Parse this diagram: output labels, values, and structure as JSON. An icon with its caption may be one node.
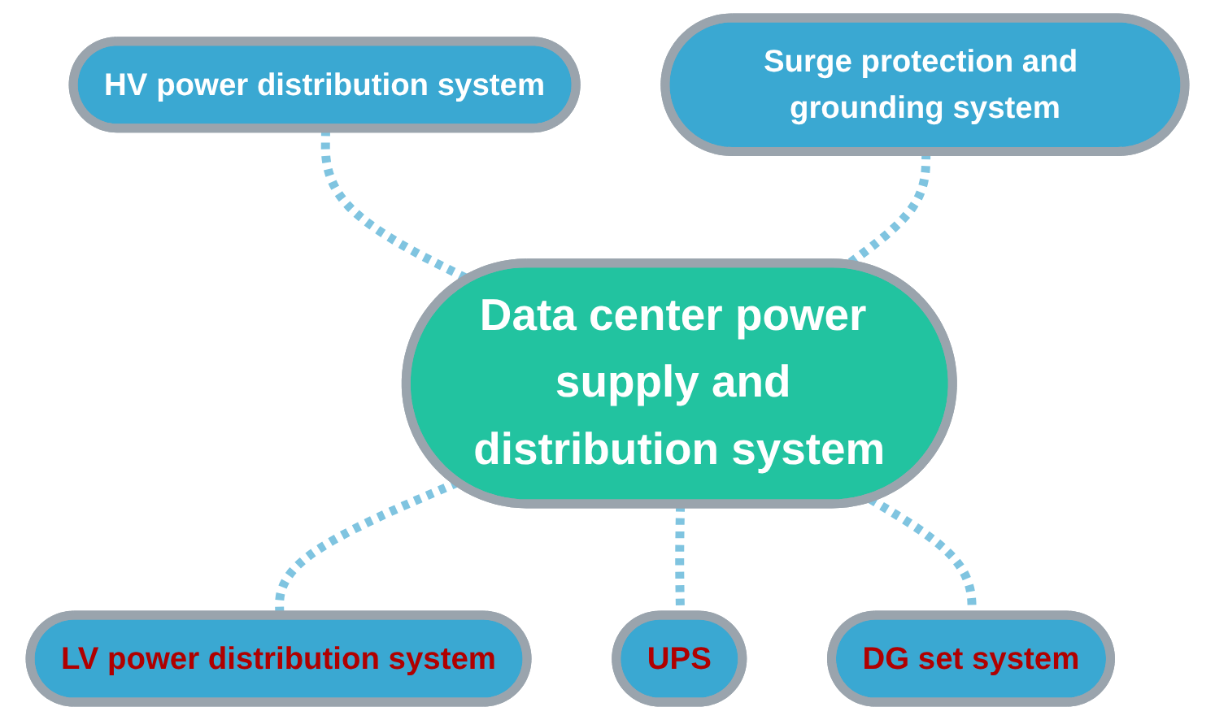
{
  "diagram": {
    "nodes": [
      {
        "text": [
          "HV power distribution system"
        ]
      },
      {
        "text": [
          "Surge protection and grounding system"
        ]
      },
      {
        "text": [
          "Data center power supply and distribution system"
        ]
      },
      {
        "text": [
          "LV power distribution system"
        ]
      },
      {
        "text": [
          "UPS"
        ]
      },
      {
        "text": [
          "DG set system"
        ]
      }
    ],
    "edges": [
      {
        "from": 0,
        "to": 2,
        "arrow": "none",
        "style": "dashed"
      },
      {
        "from": 1,
        "to": 2,
        "arrow": "none",
        "style": "dashed"
      },
      {
        "from": 2,
        "to": 3,
        "arrow": "none",
        "style": "dashed"
      },
      {
        "from": 2,
        "to": 4,
        "arrow": "none",
        "style": "dashed"
      },
      {
        "from": 2,
        "to": 5,
        "arrow": "none",
        "style": "dashed"
      }
    ]
  }
}
